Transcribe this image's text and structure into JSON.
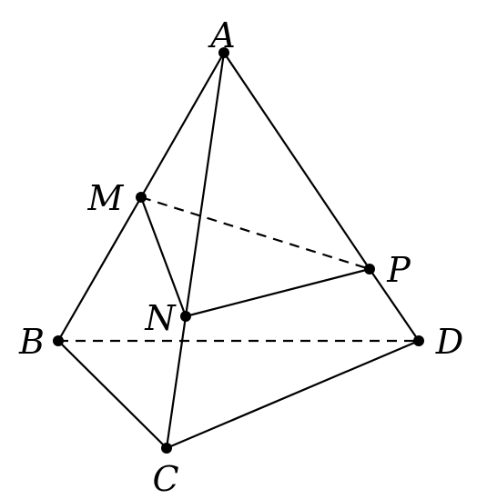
{
  "figure": {
    "points": {
      "A": {
        "label": "A"
      },
      "B": {
        "label": "B"
      },
      "C": {
        "label": "C"
      },
      "D": {
        "label": "D"
      },
      "M": {
        "label": "M"
      },
      "N": {
        "label": "N"
      },
      "P": {
        "label": "P"
      }
    },
    "segments": [
      {
        "from": "A",
        "to": "M",
        "style": "solid"
      },
      {
        "from": "M",
        "to": "B",
        "style": "solid"
      },
      {
        "from": "A",
        "to": "N",
        "style": "solid"
      },
      {
        "from": "N",
        "to": "C",
        "style": "solid"
      },
      {
        "from": "A",
        "to": "P",
        "style": "solid"
      },
      {
        "from": "P",
        "to": "D",
        "style": "solid"
      },
      {
        "from": "B",
        "to": "C",
        "style": "solid"
      },
      {
        "from": "C",
        "to": "D",
        "style": "solid"
      },
      {
        "from": "M",
        "to": "N",
        "style": "solid"
      },
      {
        "from": "N",
        "to": "P",
        "style": "solid"
      },
      {
        "from": "M",
        "to": "P",
        "style": "dashed"
      },
      {
        "from": "B",
        "to": "D",
        "style": "dashed"
      }
    ]
  }
}
